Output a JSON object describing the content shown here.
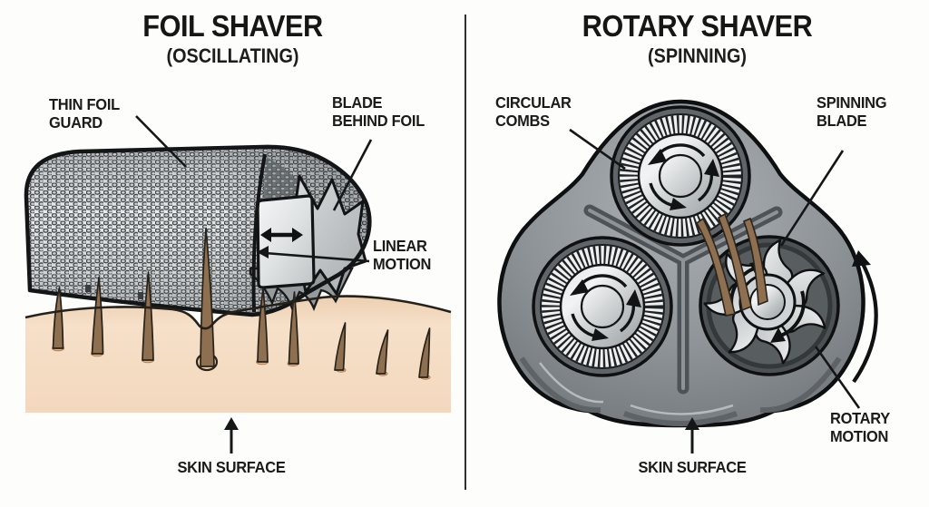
{
  "left_panel": {
    "title": "FOIL SHAVER",
    "subtitle": "(OSCILLATING)",
    "labels": {
      "thin_foil_guard": "THIN FOIL\nGUARD",
      "blade_behind_foil": "BLADE\nBEHIND FOIL",
      "linear_motion": "LINEAR\nMOTION",
      "skin_surface": "SKIN SURFACE"
    }
  },
  "right_panel": {
    "title": "ROTARY SHAVER",
    "subtitle": "(SPINNING)",
    "labels": {
      "circular_combs": "CIRCULAR\nCOMBS",
      "spinning_blade": "SPINNING\nBLADE",
      "rotary_motion": "ROTARY\nMOTION",
      "skin_surface": "SKIN SURFACE"
    }
  },
  "colors": {
    "background": "#fdfdfc",
    "outline": "#151617",
    "skin": "#f3d8bd",
    "hair_brown": "#8e7050",
    "foil_metal": "#dfe1e2",
    "body_gray": "#8f9598",
    "comb_ring_white": "#eff0f0"
  }
}
